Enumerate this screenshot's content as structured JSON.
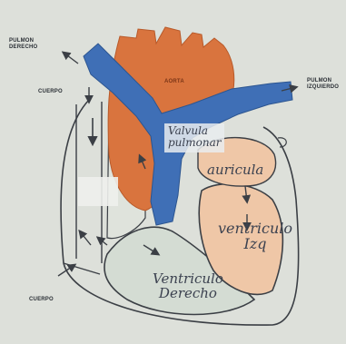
{
  "labels": {
    "pulmon_derecho_line1": "PULMON",
    "pulmon_derecho_line2": "DERECHO",
    "pulmon_izquierdo_line1": "PULMON",
    "pulmon_izquierdo_line2": "IZQUIERDO",
    "cuerpo_top": "CUERPO",
    "cuerpo_bottom": "CUERPO",
    "aorta": "AORTA",
    "valvula_line1": "Valvula",
    "valvula_line2": "pulmonar",
    "auricula": "auricula",
    "ventriculo_izq_line1": "ventriculo",
    "ventriculo_izq_line2": "Izq",
    "ventriculo_der_line1": "Ventriculo",
    "ventriculo_der_line2": "Derecho"
  },
  "colors": {
    "background": "#dde0da",
    "aorta": "#d9743e",
    "pulmonary_artery": "#3f6fb6",
    "left_side": "#efc7a7",
    "right_side": "#d4dcd3",
    "outline": "#3b3f45"
  }
}
